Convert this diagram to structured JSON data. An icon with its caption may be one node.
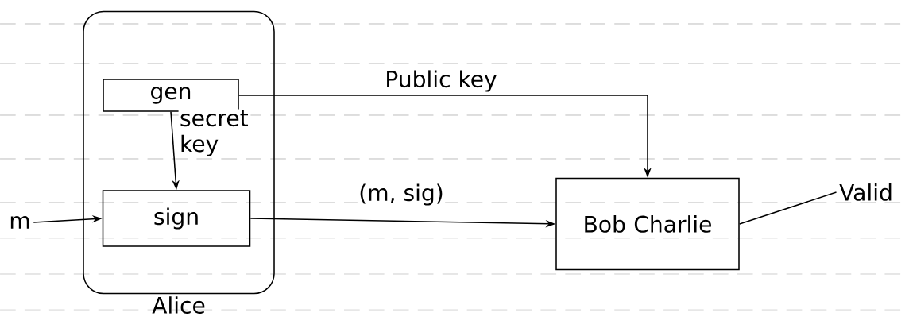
{
  "diagram": {
    "nodes": [
      {
        "text": [
          "Alice"
        ]
      },
      {
        "text": [
          "gen"
        ],
        "in": 0
      },
      {
        "text": [
          "sign"
        ],
        "in": 0
      },
      {
        "text": [
          "Bob Charlie"
        ]
      },
      {
        "text": [
          "m"
        ]
      },
      {
        "text": [
          "Valid"
        ]
      }
    ],
    "edges": [
      {
        "from": 1,
        "to": 2,
        "arrow": "to",
        "label": "secret key"
      },
      {
        "from": 1,
        "to": 3,
        "arrow": "to",
        "label": "Public key"
      },
      {
        "from": 2,
        "to": 3,
        "arrow": "to",
        "label": "(m, sig)"
      },
      {
        "from": 4,
        "to": 2,
        "arrow": "to"
      },
      {
        "from": 3,
        "to": 5,
        "arrow": "none"
      }
    ]
  }
}
